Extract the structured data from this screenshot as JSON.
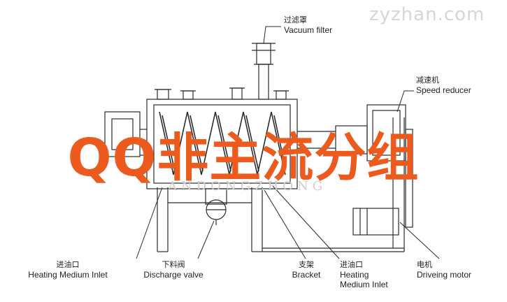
{
  "watermark": "zyzhan.com",
  "watermark_logo": "ANDONGZHONG",
  "overlay_text": "QQ非主流分组",
  "colors": {
    "overlay": "#ec5a1e",
    "line": "#2b2b2b",
    "watermark": "#d6d6d6"
  },
  "labels": {
    "vacuum_filter": {
      "zh": "过滤罩",
      "en": "Vacuum filter"
    },
    "speed_reducer": {
      "zh": "减速机",
      "en": "Speed reducer"
    },
    "heating_inlet_left": {
      "zh": "进油口",
      "en": "Heating Medium Inlet"
    },
    "discharge_valve": {
      "zh": "下料阀",
      "en": "Discharge valve"
    },
    "bracket": {
      "zh": "支架",
      "en": "Bracket"
    },
    "heating_inlet_right": {
      "zh": "进油口",
      "en1": "Heating",
      "en2": "Medium Inlet"
    },
    "motor": {
      "zh": "电机",
      "en": "Driveing motor"
    }
  }
}
